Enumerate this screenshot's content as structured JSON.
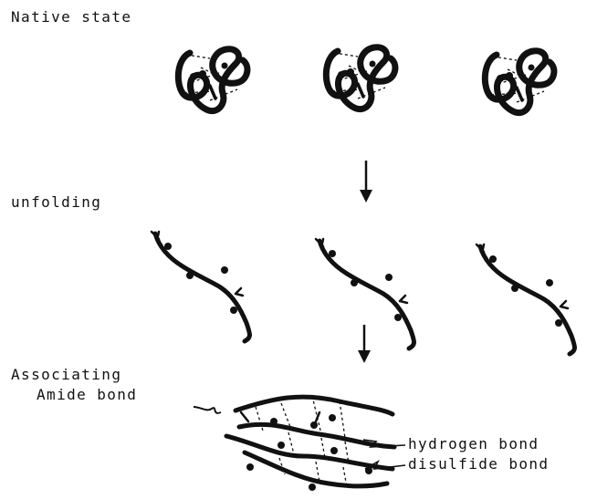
{
  "labels": {
    "native_state": "Native state",
    "unfolding": "unfolding",
    "associating": "Associating",
    "amide_bond": "Amide bond",
    "hydrogen_bond": "hydrogen bond",
    "disulfide_bond": "disulfide bond"
  },
  "colors": {
    "ink": "#111111",
    "background": "#ffffff"
  }
}
